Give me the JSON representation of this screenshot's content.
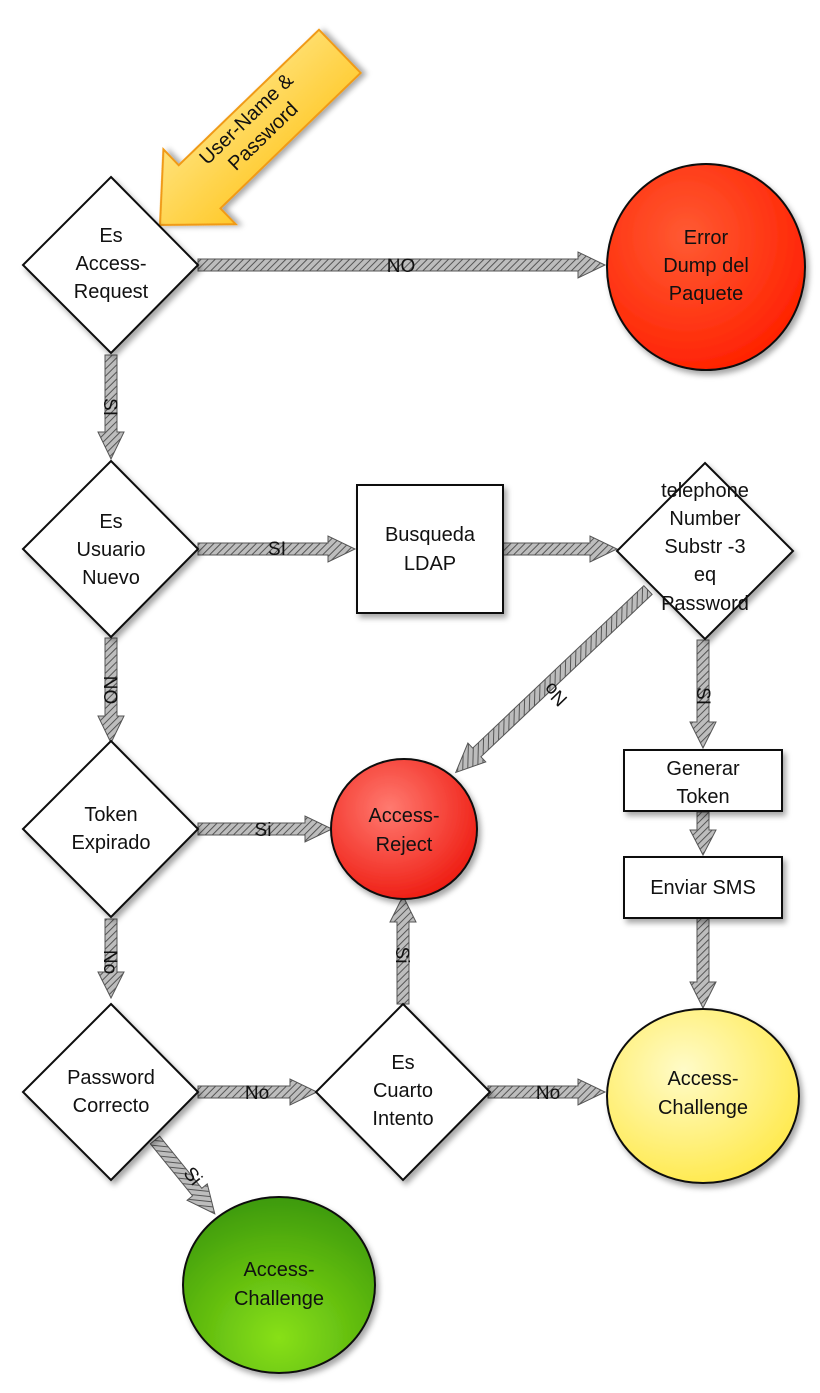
{
  "colors": {
    "error": "#ff2a00",
    "reject": "#ff3b30",
    "challenge_yellow": "#ffee66",
    "challenge_green": "#66cc11",
    "callout": "#ffd24a",
    "callout_border": "#f2a020",
    "node_fill": "#ffffff",
    "stroke": "#111111"
  },
  "nodes": {
    "es_access_request": [
      "Es",
      "Access-",
      "Request"
    ],
    "error_dump": [
      "Error",
      "Dump del",
      "Paquete"
    ],
    "es_usuario_nuevo": [
      "Es",
      "Usuario",
      "Nuevo"
    ],
    "busqueda_ldap": [
      "Busqueda",
      "LDAP"
    ],
    "telephone_check": [
      "telephone",
      "Number",
      "Substr -3",
      "eq",
      "Password"
    ],
    "generar_token": [
      "Generar",
      "Token"
    ],
    "enviar_sms": [
      "Enviar SMS"
    ],
    "token_expirado": [
      "Token",
      "Expirado"
    ],
    "access_reject": [
      "Access-",
      "Reject"
    ],
    "password_correcto": [
      "Password",
      "Correcto"
    ],
    "es_cuarto_intento": [
      "Es",
      "Cuarto",
      "Intento"
    ],
    "access_challenge_yellow": [
      "Access-",
      "Challenge"
    ],
    "access_challenge_green": [
      "Access-",
      "Challenge"
    ]
  },
  "callout": [
    "User-Name &",
    "Password"
  ],
  "edges": {
    "request_no": "NO",
    "request_si": "SI",
    "nuevo_si": "SI",
    "nuevo_no": "NO",
    "phone_no": "No",
    "phone_si": "SI",
    "token_si": "Si",
    "token_no": "No",
    "cuarto_si": "Si",
    "password_no": "No",
    "cuarto_no": "No",
    "password_si": "Si"
  }
}
